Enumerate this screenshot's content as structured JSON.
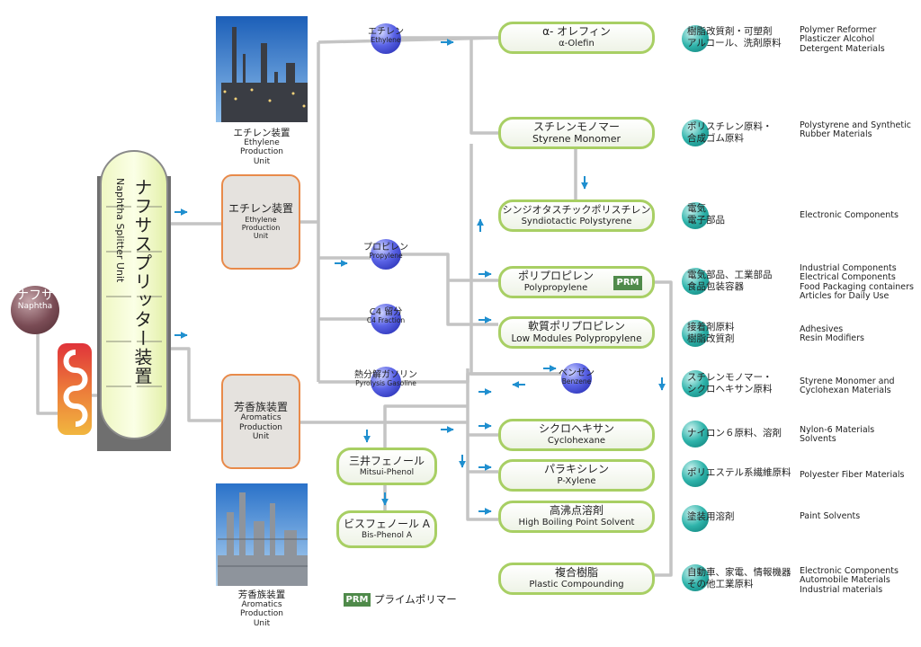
{
  "naphtha": {
    "jp": "ナフサ",
    "en": "Naphtha"
  },
  "splitter": {
    "jp": "ナフサスプリッター装置",
    "en": "Naphtha Splitter Unit"
  },
  "ethylene_unit": {
    "jp": "エチレン装置",
    "en1": "Ethylene",
    "en2": "Production",
    "en3": "Unit"
  },
  "aromatics_unit": {
    "jp": "芳香族装置",
    "en1": "Aromatics",
    "en2": "Production",
    "en3": "Unit"
  },
  "photo_caption_top": {
    "jp": "エチレン装置",
    "en1": "Ethylene",
    "en2": "Production",
    "en3": "Unit"
  },
  "photo_caption_bottom": {
    "jp": "芳香族装置",
    "en1": "Aromatics",
    "en2": "Production",
    "en3": "Unit"
  },
  "intermediates": {
    "ethylene": {
      "jp": "エチレン",
      "en": "Ethylene"
    },
    "propylene": {
      "jp": "プロピレン",
      "en": "Propylene"
    },
    "c4": {
      "jp": "C4 留分",
      "en": "C4 Fraction"
    },
    "pyrolysis": {
      "jp": "熱分解ガソリン",
      "en": "Pyrolysis Gasoline"
    },
    "benzene": {
      "jp": "ベンゼン",
      "en": "Benzene"
    }
  },
  "products": {
    "olefin": {
      "jp": "α- オレフィン",
      "en": "α-Olefin"
    },
    "styrene": {
      "jp": "スチレンモノマー",
      "en": "Styrene Monomer"
    },
    "sps": {
      "jp": "シンジオタスチックポリスチレン",
      "en": "Syndiotactic Polystyrene"
    },
    "pp": {
      "jp": "ポリプロピレン",
      "en": "Polypropylene"
    },
    "lmpp": {
      "jp": "軟質ポリプロピレン",
      "en": "Low Modules Polypropylene"
    },
    "cyclohexane": {
      "jp": "シクロヘキサン",
      "en": "Cyclohexane"
    },
    "pxylene": {
      "jp": "パラキシレン",
      "en": "P-Xylene"
    },
    "hbs": {
      "jp": "高沸点溶剤",
      "en": "High Boiling Point Solvent"
    },
    "compounding": {
      "jp": "複合樹脂",
      "en": "Plastic Compounding"
    },
    "phenol": {
      "jp": "三井フェノール",
      "en": "Mitsui-Phenol"
    },
    "bpa": {
      "jp": "ビスフェノール A",
      "en": "Bis-Phenol A"
    }
  },
  "prm": {
    "badge": "PRM",
    "legend": "プライムポリマー"
  },
  "uses": [
    {
      "jp": "樹脂改質剤・可塑剤\nアルコール、洗剤原料",
      "en": "Polymer Reformer\nPlasticzer Alcohol\nDetergent Materials"
    },
    {
      "jp": "ポリスチレン原料・\n合成ゴム原料",
      "en": "Polystyrene and Synthetic\nRubber Materials"
    },
    {
      "jp": "電気\n電子部品",
      "en": "Electronic Components"
    },
    {
      "jp": "電気部品、工業部品\n食品包装容器",
      "en": "Industrial Components\nElectrical Components\nFood Packaging containers\nArticles for Daily Use"
    },
    {
      "jp": "接着剤原料\n樹脂改質剤",
      "en": "Adhesives\nResin Modifiers"
    },
    {
      "jp": "スチレンモノマー・\nシクロヘキサン原料",
      "en": "Styrene Monomer and\nCyclohexan Materials"
    },
    {
      "jp": "ナイロン６原料、溶剤",
      "en": "Nylon-6 Materials\nSolvents"
    },
    {
      "jp": "ポリエステル系繊維原料",
      "en": "Polyester Fiber Materials"
    },
    {
      "jp": "塗装用溶剤",
      "en": "Paint Solvents"
    },
    {
      "jp": "自動車、家電、情報機器\nその他工業原料",
      "en": "Electronic Components\nAutomobile Materials\nIndustrial materials"
    }
  ],
  "colors": {
    "green_border": "#a8cf64",
    "orange_border": "#e88a4a",
    "pipe": "#c8c8c8",
    "arrow": "#1f8fcf",
    "prm": "#4f8a4a",
    "teal": "#1f9d96",
    "ball": "#3d45d6"
  }
}
